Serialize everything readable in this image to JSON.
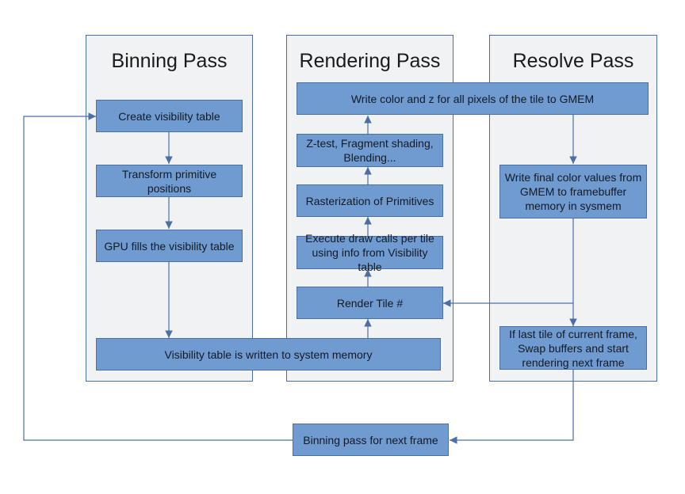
{
  "lanes": {
    "binning": {
      "title": "Binning Pass"
    },
    "rendering": {
      "title": "Rendering Pass"
    },
    "resolve": {
      "title": "Resolve Pass"
    }
  },
  "nodes": {
    "create_visibility_table": "Create visibility table",
    "transform_primitive_positions": "Transform primitive positions",
    "gpu_fills_visibility_table": "GPU fills the visibility table",
    "visibility_table_written": "Visibility table is written to system memory",
    "render_tile": "Render Tile #",
    "execute_draw_calls": "Execute draw calls per tile using info from Visibility table",
    "rasterization": "Rasterization of Primitives",
    "ztest_fragment_blending": "Z-test, Fragment shading, Blending...",
    "write_color_z_gmem": "Write color and z for all pixels of the tile to GMEM",
    "write_final_color": "Write final color values from GMEM to framebuffer memory in sysmem",
    "last_tile_swap": "If last tile of current frame, Swap buffers and start rendering next frame",
    "binning_next_frame": "Binning pass for next frame"
  },
  "colors": {
    "lane_fill": "#f1f2f4",
    "box_fill": "#6f9bd1",
    "stroke": "#4a6fa5"
  }
}
